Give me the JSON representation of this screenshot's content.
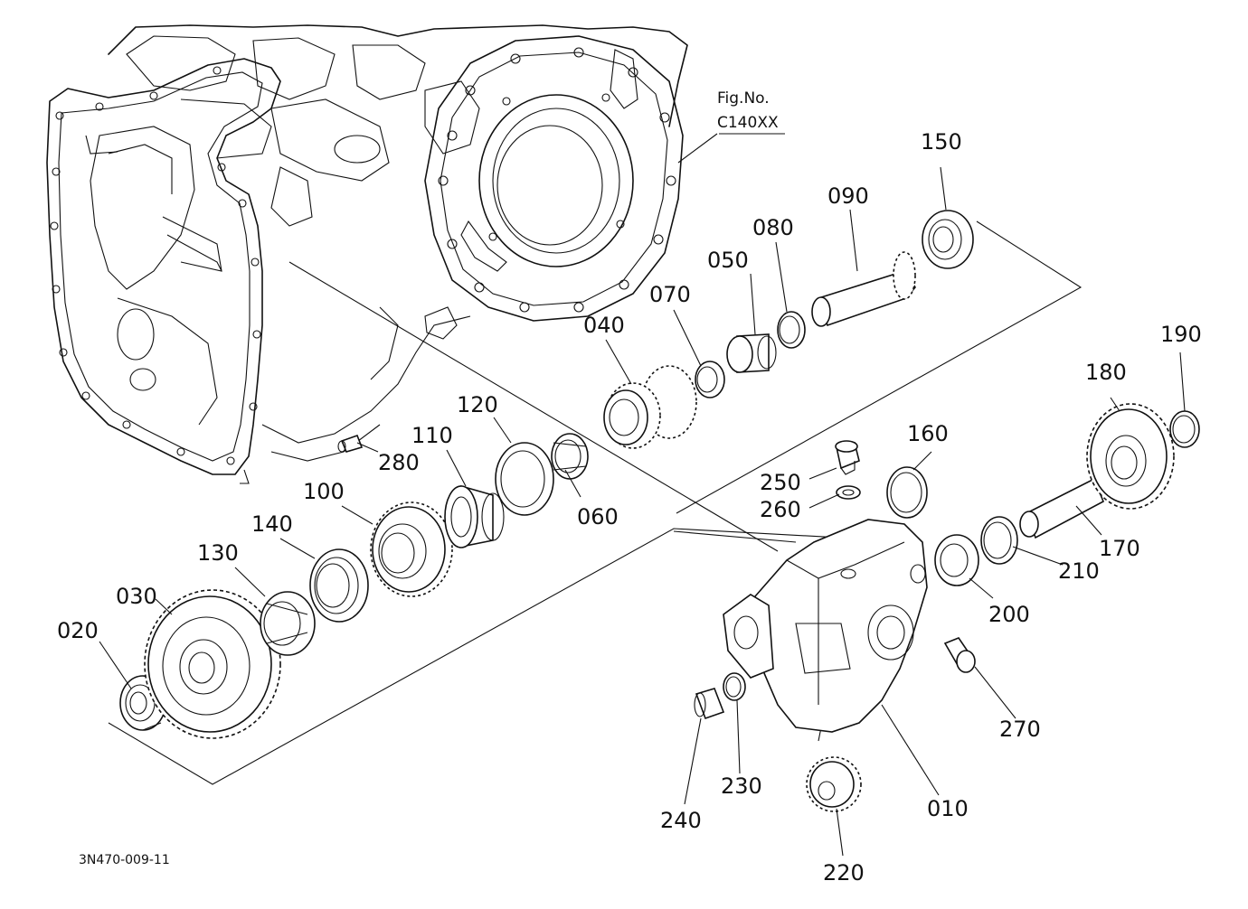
{
  "figure": {
    "fig_no_label": "Fig.No.",
    "fig_no_value": "C140XX",
    "drawing_id": "3N470-009-11"
  },
  "callouts": {
    "p010": "010",
    "p020": "020",
    "p030": "030",
    "p040": "040",
    "p050": "050",
    "p060": "060",
    "p070": "070",
    "p080": "080",
    "p090": "090",
    "p100": "100",
    "p110": "110",
    "p120": "120",
    "p130": "130",
    "p140": "140",
    "p150": "150",
    "p160": "160",
    "p170": "170",
    "p180": "180",
    "p190": "190",
    "p200": "200",
    "p210": "210",
    "p220": "220",
    "p230": "230",
    "p240": "240",
    "p250": "250",
    "p260": "260",
    "p270": "270",
    "p280": "280"
  }
}
